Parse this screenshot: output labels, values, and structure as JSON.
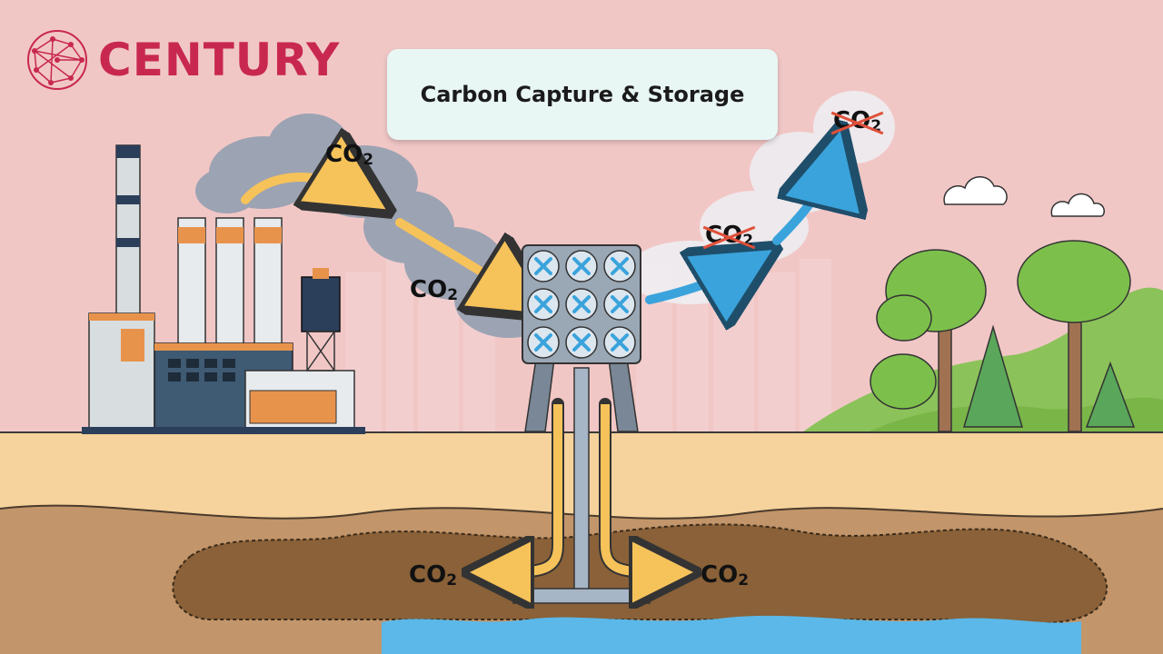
{
  "brand": {
    "name": "CENTURY",
    "icon": "network-globe-icon",
    "color": "#c8284f"
  },
  "title": "Carbon Capture & Storage",
  "labels": {
    "co2_top": "CO",
    "co2_mid": "CO",
    "co2_removed_1": "CO",
    "co2_removed_2": "CO",
    "co2_storage_left": "CO",
    "co2_storage_right": "CO",
    "subscript": "2"
  },
  "colors": {
    "background": "#f1c7c6",
    "ground": "#f6d29c",
    "underground": "#c2956a",
    "reservoir": "#8a6138",
    "water": "#5bb8e8",
    "capture_arrow": "#f6c25a",
    "clean_arrow": "#3aa3dc",
    "cross_mark": "#e0503a"
  }
}
